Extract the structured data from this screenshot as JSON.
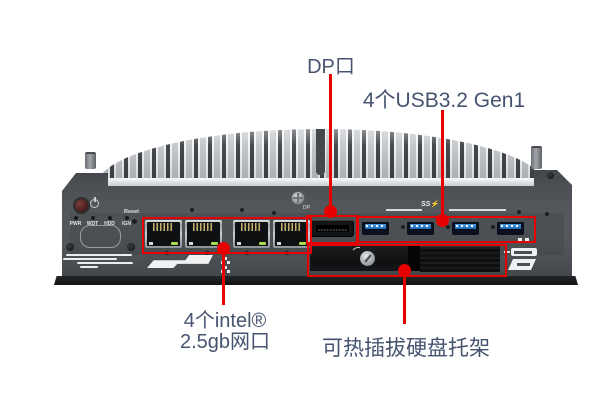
{
  "annotations": {
    "accent_red": "#e60000",
    "label_color": "#465470",
    "dp_label": "DP口",
    "usb_label": "4个USB3.2 Gen1",
    "lan_label_line1": "4个intel®",
    "lan_label_line2": "2.5gb网口",
    "hdd_label": "可热插拔硬盘托架"
  },
  "device": {
    "indicator_labels": [
      "PWR",
      "WDT",
      "HDD",
      "IGN"
    ],
    "reset_label": "Reset",
    "dp_port_marking": "DP",
    "usb_marking": "SS⚡",
    "lan_port_count": 4,
    "usb_port_count": 4
  }
}
